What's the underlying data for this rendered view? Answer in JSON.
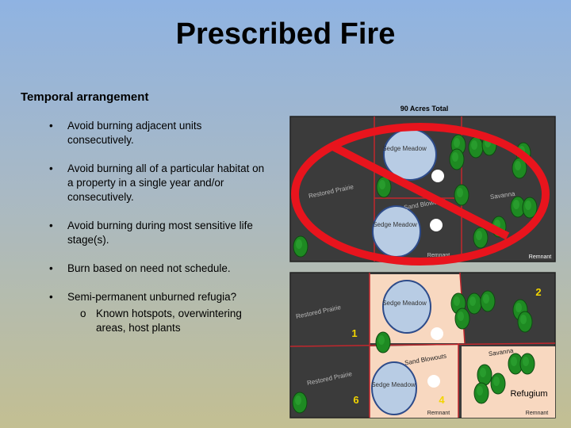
{
  "slide": {
    "title": "Prescribed Fire",
    "subtitle": "Temporal arrangement",
    "bullets": [
      "Avoid burning adjacent units consecutively.",
      "Avoid burning all of a particular habitat on a property in a single year and/or consecutively.",
      "Avoid burning during most sensitive life stage(s).",
      "Burn based on need not schedule.",
      "Semi-permanent unburned refugia?"
    ],
    "sub_bullets": [
      "Known hotspots, overwintering areas, host plants"
    ]
  },
  "diagram": {
    "total_label": "90 Acres Total",
    "habitats": {
      "restored_prairie": "Restored Prairie",
      "sedge_meadow": "Sedge Meadow",
      "sand_blowouts": "Sand Blowouts",
      "savanna": "Savanna",
      "remnant": "Remnant"
    },
    "unit_numbers": [
      "1",
      "2",
      "4",
      "6"
    ],
    "refugium_label": "Refugium",
    "colors": {
      "unit_fill": "#3b3b3b",
      "burned_fill": "#f8d8c0",
      "boundary": "#c1272d",
      "prohibition": "#e8141d",
      "meadow": "#b8cce4",
      "tree": "#1e8a22",
      "number": "#f2d500"
    }
  }
}
